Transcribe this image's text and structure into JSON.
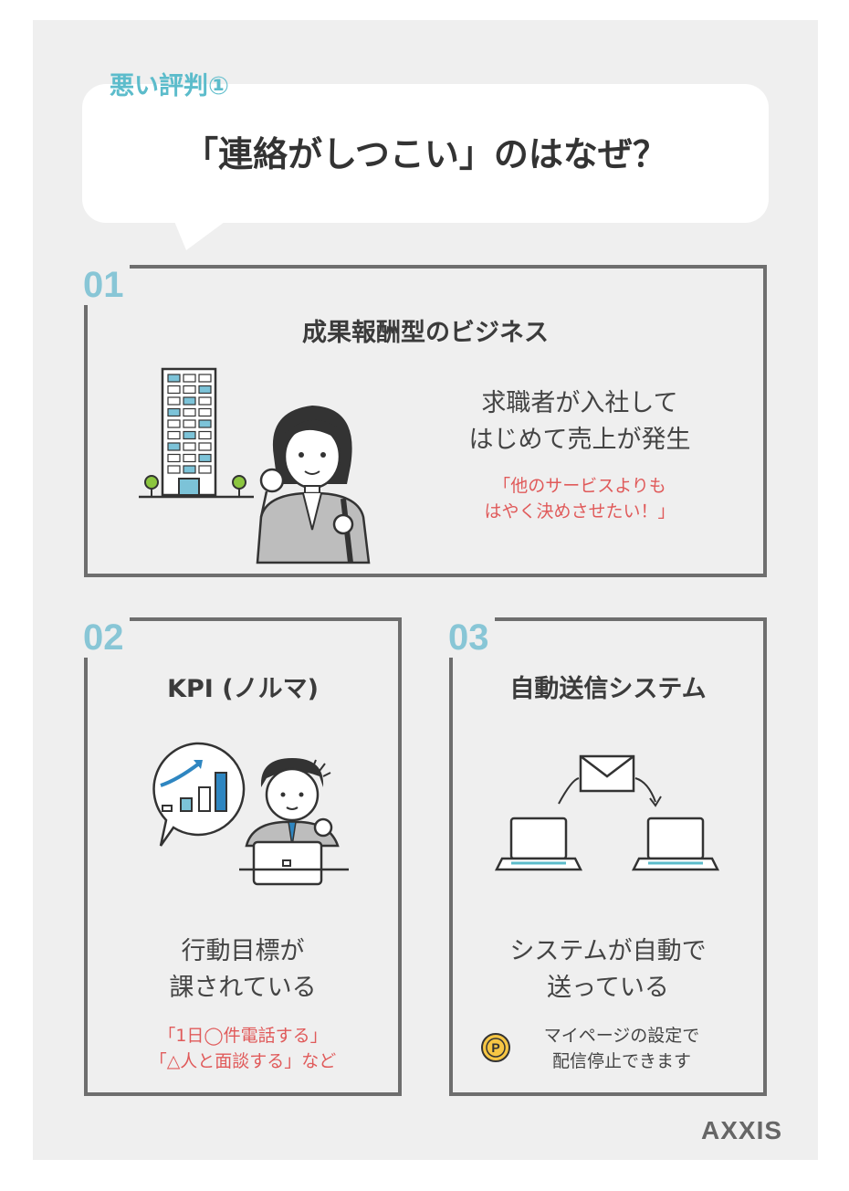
{
  "header": {
    "tag": "悪い評判①",
    "headline": "「連絡がしつこい」のはなぜ？"
  },
  "sections": [
    {
      "number": "01",
      "title": "成果報酬型のビジネス",
      "description_lines": [
        "求職者が入社して",
        "はじめて売上が発生"
      ],
      "quote_lines": [
        "「他のサービスよりも",
        "はやく決めさせたい！」"
      ],
      "illustration": "office-building-and-businesswoman"
    },
    {
      "number": "02",
      "title": "KPI (ノルマ)",
      "description_lines": [
        "行動目標が",
        "課されている"
      ],
      "quote_lines": [
        "「1日◯件電話する」",
        "「△人と面談する」など"
      ],
      "illustration": "businessman-with-laptop-and-growth-chart"
    },
    {
      "number": "03",
      "title": "自動送信システム",
      "description_lines": [
        "システムが自動で",
        "送っている"
      ],
      "note_icon": "P",
      "note_lines": [
        "マイページの設定で",
        "配信停止できます"
      ],
      "illustration": "email-between-laptops"
    }
  ],
  "brand": {
    "logo_text": "AXXIS"
  },
  "colors": {
    "accent_teal": "#5cbccb",
    "number_blue": "#88c6d6",
    "quote_red": "#e05a5a",
    "panel_border": "#6e6e6e",
    "background": "#efefef"
  }
}
